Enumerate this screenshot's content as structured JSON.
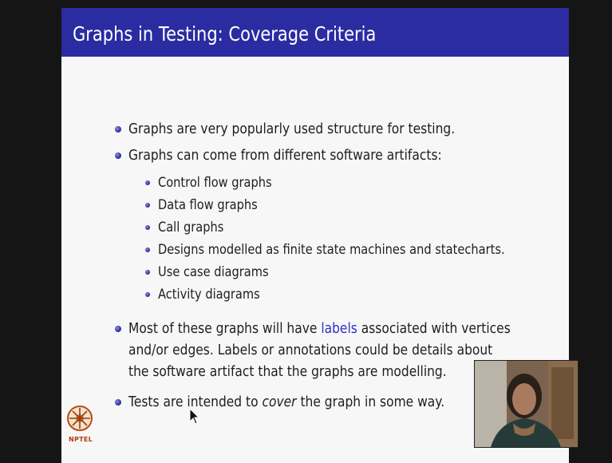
{
  "slide": {
    "title": "Graphs in Testing: Coverage Criteria",
    "bullets": {
      "b1": "Graphs are very popularly used structure for testing.",
      "b2": "Graphs can come from different software artifacts:",
      "sub": [
        "Control flow graphs",
        "Data flow graphs",
        "Call graphs",
        "Designs modelled as finite state machines and statecharts.",
        "Use case diagrams",
        "Activity diagrams"
      ],
      "b3_pre": "Most of these graphs will have ",
      "b3_hl": "labels",
      "b3_post": " associated with vertices",
      "b3_line2": "and/or edges.  Labels or annotations could be details about",
      "b3_line3": "the software artifact that the graphs are modelling.",
      "b4_pre": "Tests are intended to ",
      "b4_em": "cover",
      "b4_post": " the graph in some way."
    }
  },
  "logo": {
    "text": "NPTEL"
  },
  "icons": {
    "cursor": "mouse-pointer-icon",
    "logo": "nptel-logo-icon"
  },
  "colors": {
    "title_bar": "#2b2ba2",
    "slide_bg": "#f7f7f7",
    "highlight": "#3030c8",
    "frame": "#151515"
  }
}
